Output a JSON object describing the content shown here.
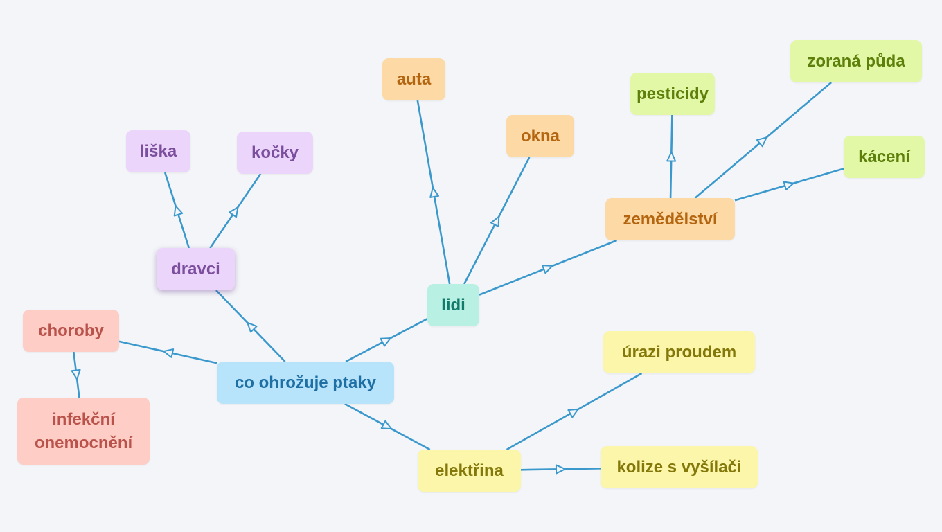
{
  "diagram": {
    "edge_color": "#3a98cc",
    "nodes": {
      "center": "co ohrožuje ptaky",
      "dravci": "dravci",
      "liska": "liška",
      "kocky": "kočky",
      "choroby": "choroby",
      "infekcni": "infekční onemocnění",
      "lidi": "lidi",
      "auta": "auta",
      "okna": "okna",
      "zemedelstvi": "zemědělství",
      "pesticidy": "pesticidy",
      "zorana": "zoraná půda",
      "kaceni": "kácení",
      "elektrina": "elektřina",
      "urazi": "úrazi proudem",
      "kolize": "kolize s vyšílači"
    },
    "edges": [
      [
        "center",
        "dravci"
      ],
      [
        "dravci",
        "liska"
      ],
      [
        "dravci",
        "kocky"
      ],
      [
        "center",
        "choroby"
      ],
      [
        "choroby",
        "infekcni"
      ],
      [
        "center",
        "lidi"
      ],
      [
        "lidi",
        "auta"
      ],
      [
        "lidi",
        "okna"
      ],
      [
        "lidi",
        "zemedelstvi"
      ],
      [
        "zemedelstvi",
        "pesticidy"
      ],
      [
        "zemedelstvi",
        "zorana"
      ],
      [
        "zemedelstvi",
        "kaceni"
      ],
      [
        "center",
        "elektrina"
      ],
      [
        "elektrina",
        "urazi"
      ],
      [
        "elektrina",
        "kolize"
      ]
    ]
  }
}
